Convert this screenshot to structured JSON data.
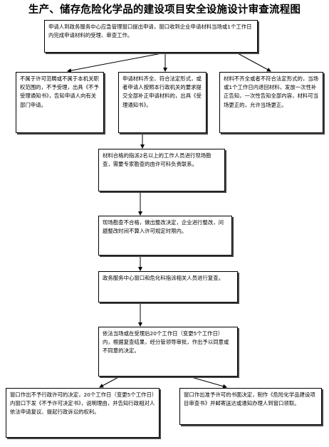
{
  "title": "生产、储存危险化学品的建设项目安全设施设计审查流程图",
  "steps": {
    "apply": "申请人到政务服务中心应急管理窗口提出申请，窗口收到企业申请材料当场或1个工作日内完成申请材料的受理、审查工作。",
    "reject_out_of_scope": "不属于许可范畴或不属于本机关职权范围的，不予受理，出具《不予受理通知书》，告知申请人向有关部门申请。",
    "accept": "申请材料齐全、符合法定形式，或者申请人按照本行政机关的要求提交全部补正申请材料的，出具《受理通知书》。",
    "incomplete": "材料不齐全或者不符合法定形式的，当场或1个工作日内退回材料，发放一次性补正告知，一次性告知全部内容，材料可当场更正的，允许当场更正。",
    "site_inspection": "材料合格的指派2名以上的工作人员进行现场勘查，需要专家勘查的由许可科负责联系。",
    "rectification": "现场勘查不合格，做出整改决定，企业进行整改，问题整改时间不算入许可规定时限内。",
    "review": "政务服务中心窗口和危化科指派相关人员进行复查。",
    "decision": "依法当场或在受理后20个工作日（变更5个工作日）内，根据复查结果，经分管领导审批，作出予以同意或不同意的决定。",
    "deny": "窗口作出不予行政许可的决定，20个工作日（变更5个工作日）内窗口下发《不予许可决定书》，说明理由，并告知行政相对人依法申请复议、提起行政诉讼的权利。",
    "approve": "窗口作出准予许可的书面决定，制作《危险化学品建设项目审查书》并邮寄送达或通知办理人到窗口领取。"
  }
}
